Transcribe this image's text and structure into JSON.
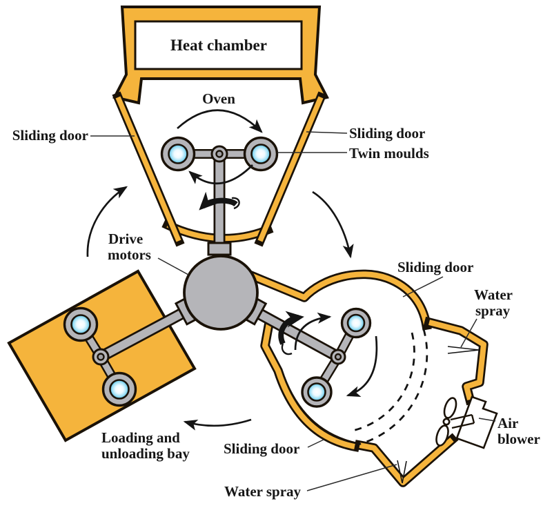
{
  "labels": {
    "heat_chamber": "Heat chamber",
    "oven": "Oven",
    "sliding_door": "Sliding door",
    "twin_moulds": "Twin moulds",
    "drive_motors": [
      "Drive",
      "motors"
    ],
    "loading_bay": [
      "Loading and",
      "unloading bay"
    ],
    "water_spray_two_line": [
      "Water",
      "spray"
    ],
    "water_spray": "Water spray",
    "air_blower": [
      "Air",
      "blower"
    ]
  },
  "colors": {
    "wall_yellow": "#f5b43c",
    "outline_black": "#1a1208",
    "machine_gray": "#b5b5b9",
    "mould_blue": "#7fd2ef",
    "background": "#ffffff"
  }
}
